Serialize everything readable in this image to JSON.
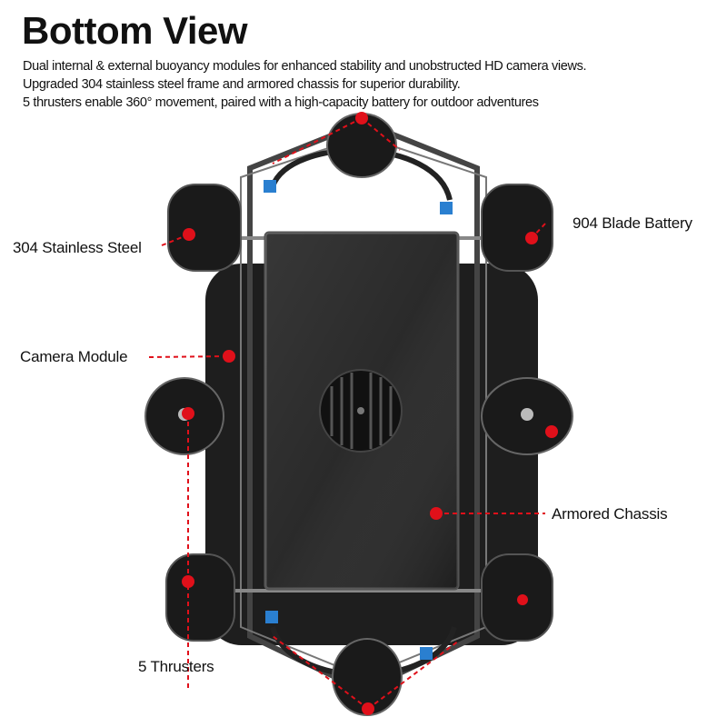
{
  "title": "Bottom View",
  "description": [
    "Dual internal & external buoyancy modules for enhanced stability and unobstructed HD camera views.",
    "Upgraded 304 stainless steel frame and armored chassis for superior durability.",
    "5 thrusters enable 360° movement, paired with a high-capacity battery for outdoor adventures"
  ],
  "callouts": {
    "steel": "304 Stainless Steel",
    "battery": "904 Blade Battery",
    "camera": "Camera Module",
    "chassis": "Armored Chassis",
    "thrusters": "5 Thrusters"
  },
  "colors": {
    "accent": "#e0101a",
    "body": "#1c1c1c",
    "connector": "#2a7fd0"
  }
}
